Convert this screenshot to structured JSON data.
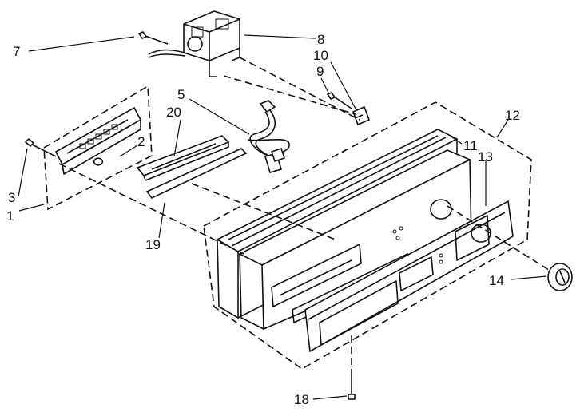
{
  "callouts": [
    {
      "id": "1",
      "label": "1"
    },
    {
      "id": "2",
      "label": "2"
    },
    {
      "id": "3",
      "label": "3"
    },
    {
      "id": "5",
      "label": "5"
    },
    {
      "id": "7",
      "label": "7"
    },
    {
      "id": "8",
      "label": "8"
    },
    {
      "id": "9",
      "label": "9"
    },
    {
      "id": "10",
      "label": "10"
    },
    {
      "id": "11",
      "label": "11"
    },
    {
      "id": "12",
      "label": "12"
    },
    {
      "id": "13",
      "label": "13"
    },
    {
      "id": "14",
      "label": "14"
    },
    {
      "id": "18",
      "label": "18"
    },
    {
      "id": "19",
      "label": "19"
    },
    {
      "id": "20",
      "label": "20"
    }
  ]
}
